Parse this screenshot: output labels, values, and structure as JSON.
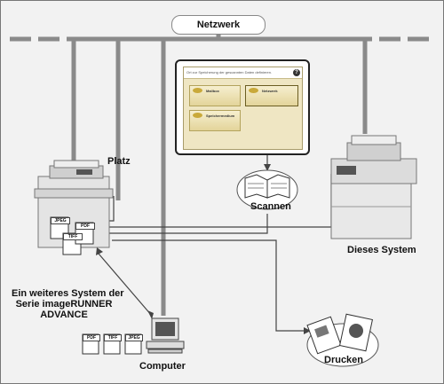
{
  "network_label": "Netzwerk",
  "labels": {
    "platz": "Platz",
    "scannen": "Scannen",
    "dieses_system": "Dieses System",
    "weiteres_system_line1": "Ein weiteres System der",
    "weiteres_system_line2": "Serie imageRUNNER",
    "weiteres_system_line3": "ADVANCE",
    "computer": "Computer",
    "drucken": "Drucken"
  },
  "panel": {
    "header": "Ort zur Speicherung der gescannten Daten definieren.",
    "help": "?",
    "options": [
      "Mailbox",
      "Netzwerk",
      "Speichermedium"
    ]
  },
  "file_icons": [
    "JPEG",
    "PDF",
    "TIFF"
  ],
  "computer_files": [
    "PDF",
    "TIFF",
    "JPEG"
  ]
}
